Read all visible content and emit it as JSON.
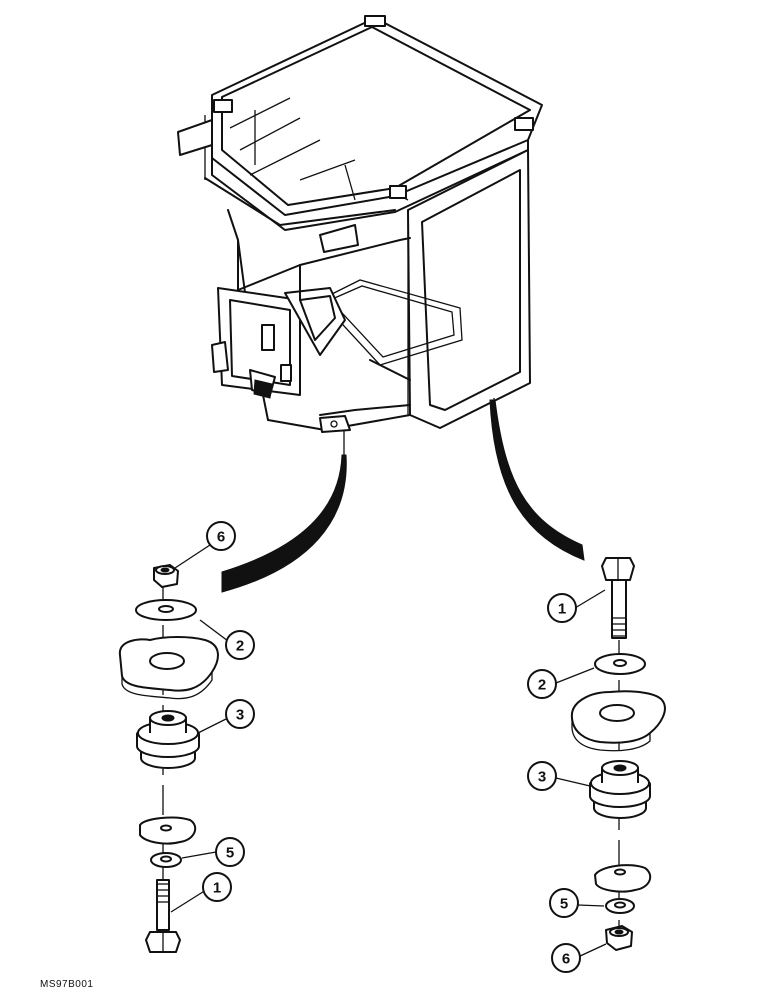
{
  "figure_id": "MS97B001",
  "callouts": {
    "left": [
      {
        "label": "6",
        "part": "nut"
      },
      {
        "label": "2",
        "part": "washer"
      },
      {
        "label": "3",
        "part": "isolator"
      },
      {
        "label": "5",
        "part": "washer"
      },
      {
        "label": "1",
        "part": "bolt"
      }
    ],
    "right": [
      {
        "label": "1",
        "part": "bolt"
      },
      {
        "label": "2",
        "part": "washer"
      },
      {
        "label": "3",
        "part": "isolator"
      },
      {
        "label": "5",
        "part": "washer"
      },
      {
        "label": "6",
        "part": "nut"
      }
    ]
  }
}
